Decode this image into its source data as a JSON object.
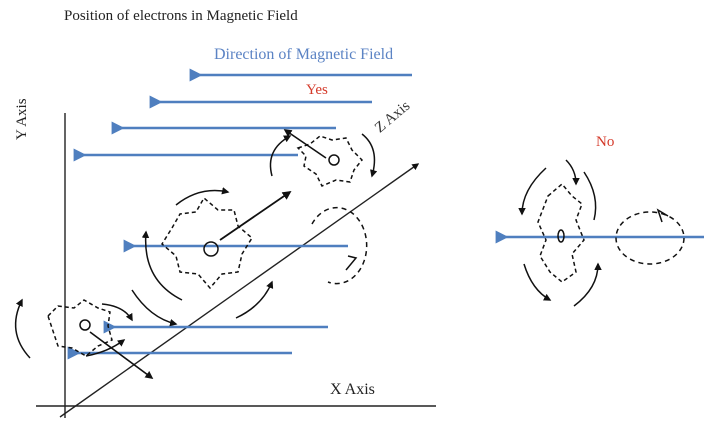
{
  "title": "Position of electrons in Magnetic Field",
  "field_direction_label": "Direction of Magnetic Field",
  "yes_label": "Yes",
  "no_label": "No",
  "axes": {
    "x": "X Axis",
    "y": "Y Axis",
    "z": "Z Axis"
  },
  "colors": {
    "field_arrow": "#4f7fbf",
    "label_blue": "#5b83c4",
    "label_red": "#d43a2a",
    "ink": "#111111"
  }
}
